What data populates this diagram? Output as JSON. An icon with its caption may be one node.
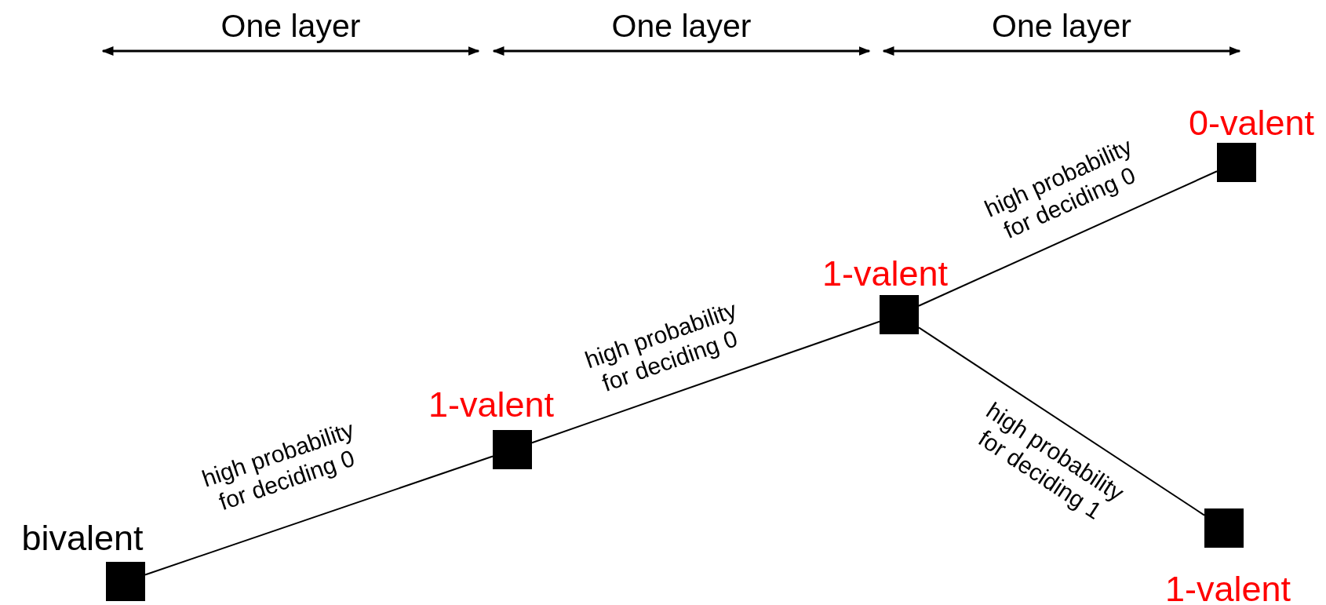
{
  "diagram": {
    "nodes": [
      {
        "text": [],
        "shape": "box",
        "beside": [
          "bivalent"
        ]
      },
      {
        "text": [],
        "shape": "box",
        "beside": [
          "1-valent"
        ]
      },
      {
        "text": [],
        "shape": "box",
        "beside": [
          "1-valent"
        ]
      },
      {
        "text": [],
        "shape": "box",
        "beside": [
          "0-valent"
        ]
      },
      {
        "text": [],
        "shape": "box",
        "beside": [
          "1-valent"
        ]
      }
    ],
    "edges": [
      {
        "from": 0,
        "to": 1,
        "arrow": "none",
        "label": "high probability for deciding 0"
      },
      {
        "from": 1,
        "to": 2,
        "arrow": "none",
        "label": "high probability for deciding 0"
      },
      {
        "from": 2,
        "to": 3,
        "arrow": "none",
        "label": "high probability for deciding 0"
      },
      {
        "from": 2,
        "to": 4,
        "arrow": "none",
        "label": "high probability for deciding 1"
      }
    ],
    "labels": [
      "One layer",
      "One layer",
      "One layer"
    ]
  }
}
